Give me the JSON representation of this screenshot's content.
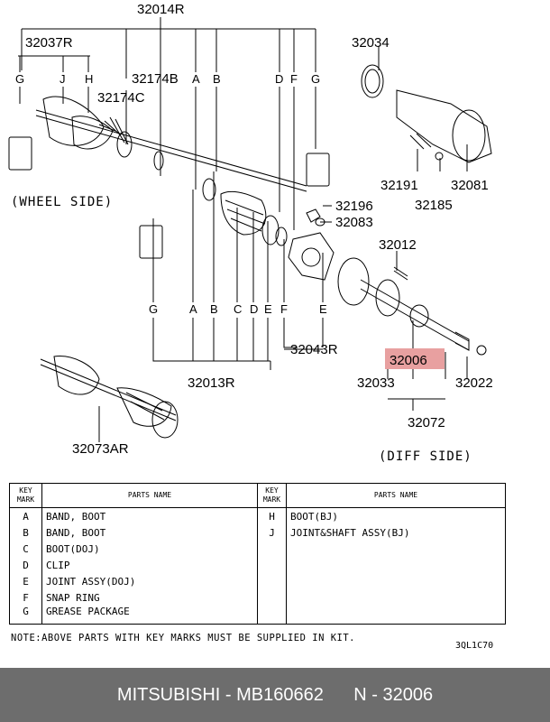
{
  "diagram": {
    "part_numbers": {
      "p32014R": "32014R",
      "p32037R": "32037R",
      "p32174B": "32174B",
      "p32174C": "32174C",
      "p32034": "32034",
      "p32191": "32191",
      "p32081": "32081",
      "p32185": "32185",
      "p32196": "32196",
      "p32083": "32083",
      "p32012": "32012",
      "p32006": "32006",
      "p32033": "32033",
      "p32022": "32022",
      "p32072": "32072",
      "p32043R": "32043R",
      "p32013R": "32013R",
      "p32073AR": "32073AR"
    },
    "side_labels": {
      "wheel": "(WHEEL SIDE)",
      "diff": "(DIFF SIDE)"
    },
    "key_letters": {
      "top": [
        "G",
        "J",
        "H",
        "A",
        "B",
        "D",
        "F",
        "G"
      ],
      "middle": [
        "G",
        "A",
        "B",
        "C",
        "D",
        "E",
        "F",
        "E"
      ]
    },
    "highlight_color": "#e8a0a0"
  },
  "table": {
    "header_key": "KEY\nMARK",
    "header_parts": "PARTS NAME",
    "left_rows": [
      {
        "key": "A",
        "name": "BAND, BOOT"
      },
      {
        "key": "B",
        "name": "BAND, BOOT"
      },
      {
        "key": "C",
        "name": "BOOT(DOJ)"
      },
      {
        "key": "D",
        "name": "CLIP"
      },
      {
        "key": "E",
        "name": "JOINT ASSY(DOJ)"
      },
      {
        "key": "F",
        "name": "SNAP RING"
      },
      {
        "key": "G",
        "name": "GREASE PACKAGE"
      }
    ],
    "right_rows": [
      {
        "key": "H",
        "name": "BOOT(BJ)"
      },
      {
        "key": "J",
        "name": "JOINT&SHAFT ASSY(BJ)"
      },
      {
        "key": "",
        "name": ""
      },
      {
        "key": "",
        "name": ""
      },
      {
        "key": "",
        "name": ""
      },
      {
        "key": "",
        "name": ""
      },
      {
        "key": "",
        "name": ""
      }
    ]
  },
  "note": "NOTE:ABOVE PARTS WITH KEY MARKS MUST BE SUPPLIED IN KIT.",
  "diagram_code": "3QL1C70",
  "footer": {
    "brand": "MITSUBISHI",
    "part": "MB160662",
    "ref": "N - 32006"
  }
}
